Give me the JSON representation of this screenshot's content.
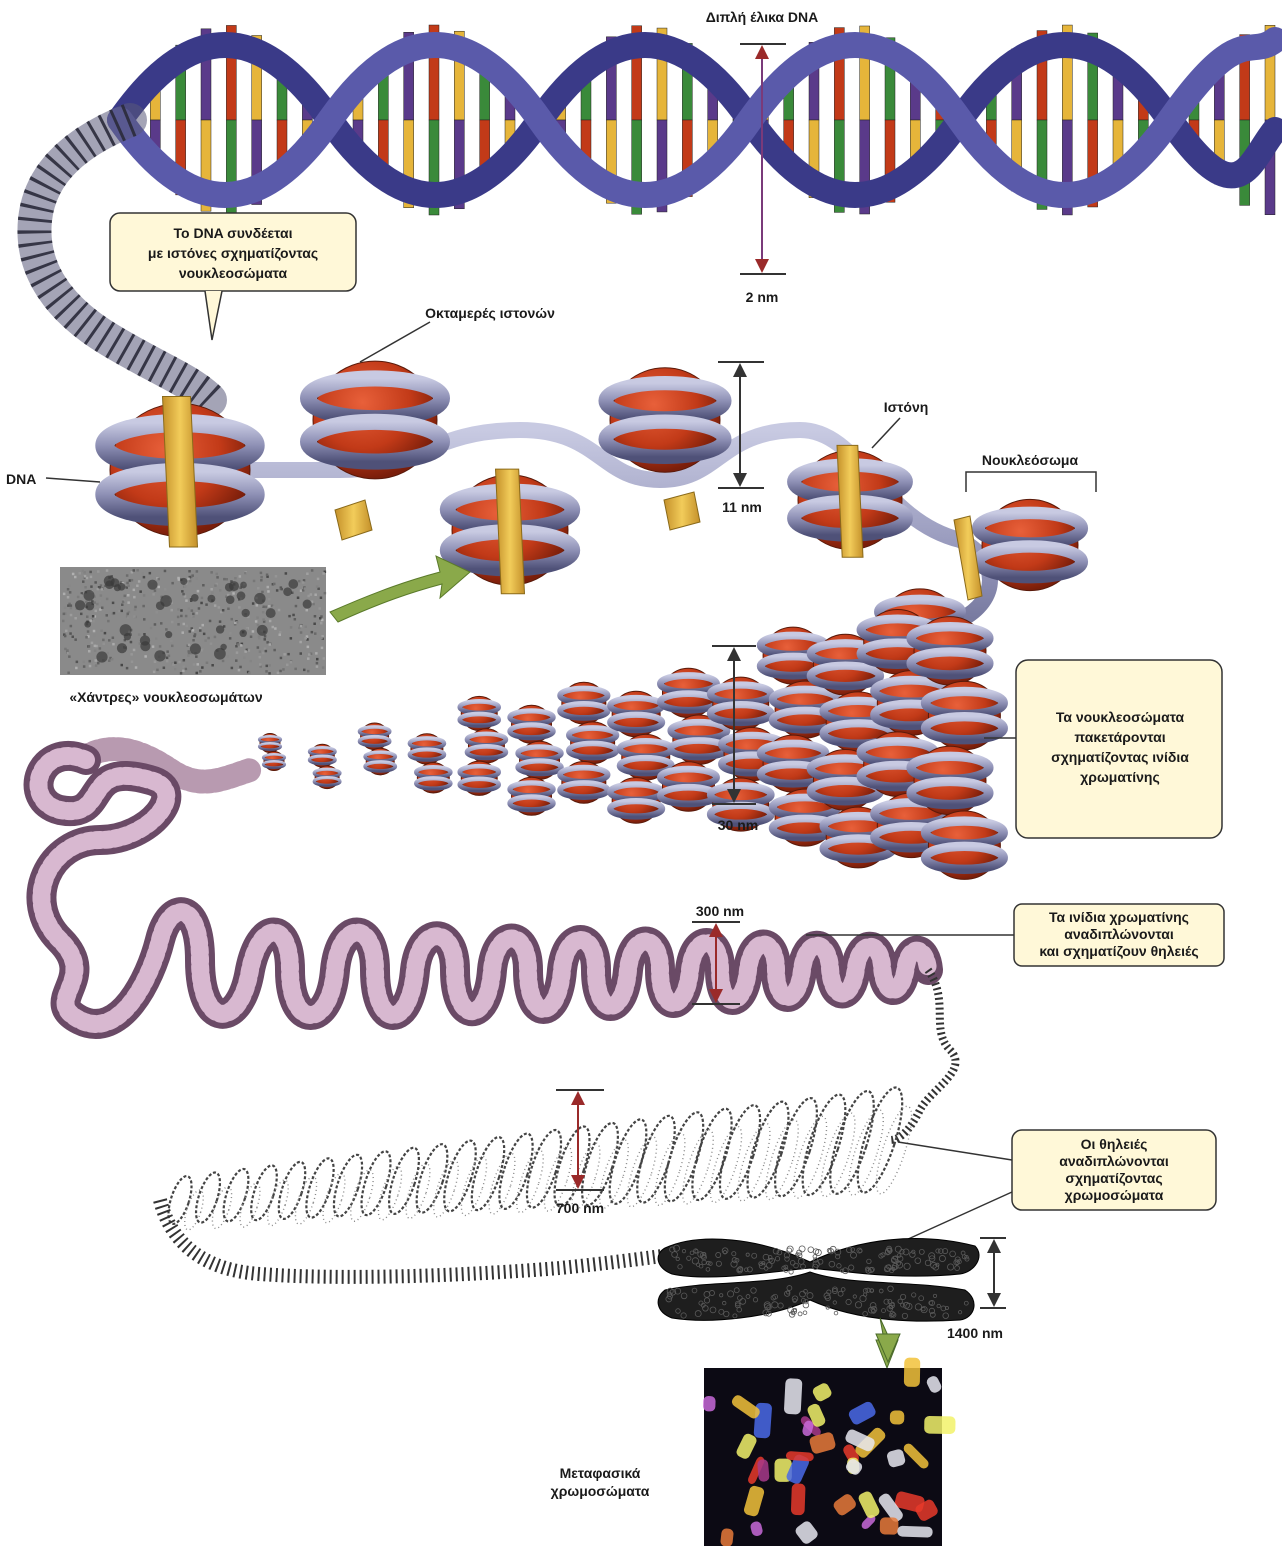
{
  "labels": {
    "dna_double_helix": "Διπλή έλικα DNA",
    "helix_width": "2 nm",
    "histone_octamer": "Οκταμερές ιστονών",
    "dna": "DNA",
    "histone": "Ιστόνη",
    "nucleosome": "Νουκλεόσωμα",
    "nucleosome_width": "11 nm",
    "beads": "«Χάντρες» νουκλεοσωμάτων",
    "fiber_width": "30 nm",
    "loops_width": "300 nm",
    "coil_width": "700 nm",
    "chromosome_width": "1400 nm",
    "metaphase_line1": "Μεταφασικά",
    "metaphase_line2": "χρωμοσώματα"
  },
  "callouts": {
    "c1": [
      "Το DNA συνδέεται",
      "με ιστόνες σχηματίζοντας",
      "νουκλεοσώματα"
    ],
    "c2": [
      "Τα νουκλεοσώματα",
      "πακετάρονται",
      "σχηματίζοντας ινίδια",
      "χρωματίνης"
    ],
    "c3": [
      "Τα ινίδια χρωματίνης",
      "αναδιπλώνονται",
      "και σχηματίζουν θηλειές"
    ],
    "c4": [
      "Οι θηλειές",
      "αναδιπλώνονται",
      "σχηματίζοντας",
      "χρωμοσώματα"
    ]
  },
  "colors": {
    "backbone": "#4a4a9a",
    "histone_core": "#c23a18",
    "histone_linker": "#e6b53a",
    "dna_wrap": "#8e90b5",
    "chromatin": "#9a7e96",
    "callout_fill": "#fff8d8",
    "arrow": "#8aa94a"
  }
}
